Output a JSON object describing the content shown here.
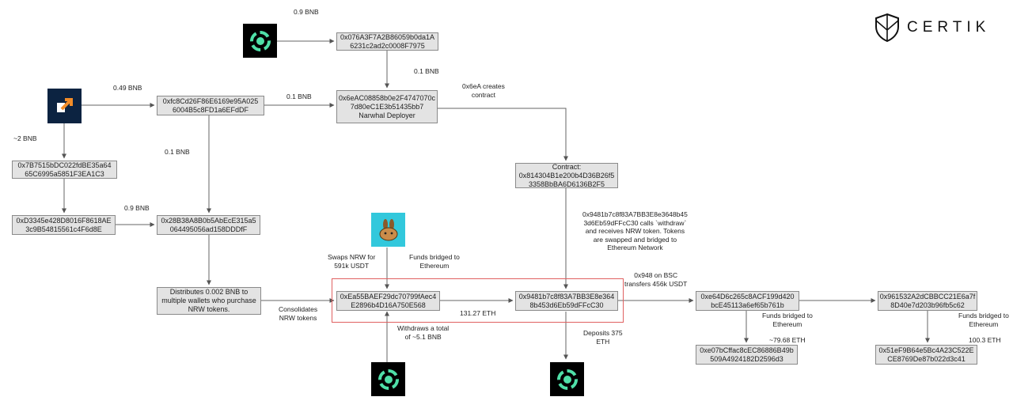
{
  "brand": {
    "name": "CERTIK",
    "logo_icon": "certik-shield-icon"
  },
  "nodes": {
    "tornado_src_addr": [
      "0x076A3F7A2B86059b0da1A",
      "6231c2ad2c0008F7975"
    ],
    "funder": [
      "0xfc8Cd26F86E6169e95A025",
      "6004B5c8FD1a6EFdDF"
    ],
    "deployer": [
      "0x6eAC08858b0e2F4747070c",
      "7d80eC1E3b51435bb7",
      "Narwhal Deployer"
    ],
    "w_7b75": [
      "0x7B7515bDC022fdBE35a64",
      "65C6995a5851F3EA1C3"
    ],
    "w_d334": [
      "0xD3345e428D8016F8618AE",
      "3c9B54815561c4F6d8E"
    ],
    "w_28b3": [
      "0x28B38A8B0b5AbEcE315a5",
      "064495056ad158DDDfF"
    ],
    "contract": [
      "Contract:",
      "0x814304B1e200b4D36B26f5",
      "3358BbBA6D6136B2F5"
    ],
    "distributes": [
      "Distributes 0.002 BNB to",
      "multiple wallets who purchase",
      "NRW tokens."
    ],
    "ea55": [
      "0xEa55BAEF29dc70799fAec4",
      "E2896b4D16A750E568"
    ],
    "attacker": [
      "0x9481b7c8f83A7BB3E8e364",
      "8b453d6Eb59dFFcC30"
    ],
    "e64d": [
      "0xe64D6c265c8ACF199d420",
      "bcE45113a6ef65b761b"
    ],
    "w_9615": [
      "0x961532A2dCBBCC21E6a7f",
      "8D40e7d203b96fb5c62"
    ],
    "e07b": [
      "0xe07bCffac8cEC86886B49b",
      "509A4924182D2596d3"
    ],
    "w_51ef": [
      "0x51eF9B64e5Bc4A23C522E",
      "CE8769De87b022d3c41"
    ]
  },
  "labels": {
    "l_09bnb_top": [
      "0.9 BNB"
    ],
    "l_049bnb": [
      "0.49 BNB"
    ],
    "l_2bnb": [
      "~2 BNB"
    ],
    "l_01bnb_a": [
      "0.1 BNB"
    ],
    "l_01bnb_b": [
      "0.1 BNB"
    ],
    "l_01bnb_c": [
      "0.1 BNB"
    ],
    "l_09bnb_mid": [
      "0.9 BNB"
    ],
    "l_creates": [
      "0x6eA creates",
      "contract"
    ],
    "l_calls": [
      "0x9481b7c8f83A7BB3E8e3648b45",
      "3d6Eb59dFFcC30 calls `withdraw`",
      "and receives NRW token. Tokens",
      "are swapped and bridged to",
      "Ethereum Network"
    ],
    "l_swaps": [
      "Swaps NRW for",
      "591k USDT"
    ],
    "l_bridged_eth": [
      "Funds bridged to",
      "Ethereum"
    ],
    "l_consolidates": [
      "Consolidates",
      "NRW tokens"
    ],
    "l_13127": [
      "131.27 ETH"
    ],
    "l_withdraws": [
      "Withdraws a total",
      "of ~5.1 BNB"
    ],
    "l_deposits": [
      "Deposits 375",
      "ETH"
    ],
    "l_bsc": [
      "0x948 on BSC",
      "transfers 456k USDT"
    ],
    "l_bridged1": [
      "Funds bridged to",
      "Ethereum"
    ],
    "l_7968": [
      "~79.68 ETH"
    ],
    "l_bridged2": [
      "Funds bridged to",
      "Ethereum"
    ],
    "l_1003": [
      "100.3 ETH"
    ]
  },
  "icons": {
    "tornado_top": "tornado-cash-icon",
    "bridge": "bridge-arrow-icon",
    "pancake": "pancakeswap-bunny-icon",
    "tornado_bottom_left": "tornado-cash-icon",
    "tornado_bottom_right": "tornado-cash-icon"
  },
  "colors": {
    "node_fill": "#e3e3e3",
    "node_border": "#8a8a8a",
    "highlight": "#e06060",
    "tornado_green": "#4fe0a8",
    "bridge_orange": "#f28c28",
    "pancake_bg": "#32c8dc"
  }
}
